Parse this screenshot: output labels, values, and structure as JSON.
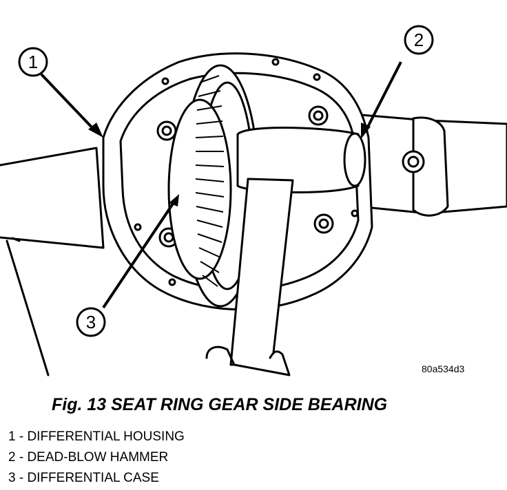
{
  "figure": {
    "drawing_code": "80a534d3",
    "caption": "Fig. 13 SEAT RING GEAR SIDE BEARING"
  },
  "callouts": [
    {
      "number": "1",
      "label": "1 - DIFFERENTIAL HOUSING"
    },
    {
      "number": "2",
      "label": "2 - DEAD-BLOW HAMMER"
    },
    {
      "number": "3",
      "label": "3 - DIFFERENTIAL CASE"
    }
  ],
  "colors": {
    "ink": "#000000",
    "paper": "#ffffff"
  }
}
